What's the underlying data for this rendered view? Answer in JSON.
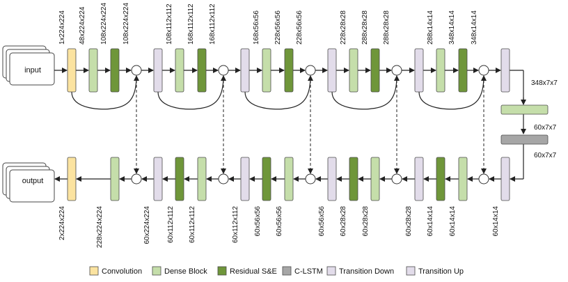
{
  "colors": {
    "conv": "#fbe3a0",
    "dense": "#c5deaa",
    "res": "#6f963a",
    "clstm": "#a6a6a6",
    "tdown": "#e2dcea",
    "tup": "#e2dcea",
    "line": "#222222"
  },
  "input_label": "input",
  "output_label": "output",
  "enc_dims": [
    "1x224x224",
    "48x224x224",
    "108x224x224",
    "108x224x224",
    "108x112x112",
    "168x112x112",
    "168x112x112",
    "168x56x56",
    "228x56x56",
    "228x56x56",
    "228x28x28",
    "288x28x28",
    "288x28x28",
    "288x14x14",
    "348x14x14",
    "348x14x14"
  ],
  "bottleneck_dims": [
    "348x7x7",
    "60x7x7",
    "60x7x7"
  ],
  "dec_dims": [
    "2x224x224",
    "228x224x224",
    "60x224x224",
    "60x112x112",
    "60x112x112",
    "60x112x112",
    "60x56x56",
    "60x56x56",
    "60x56x56",
    "60x28x28",
    "60x28x28",
    "60x28x28",
    "60x14x14",
    "60x14x14",
    "60x14x14"
  ],
  "legend": [
    {
      "label": "Convolution",
      "color": "#fbe3a0"
    },
    {
      "label": "Dense Block",
      "color": "#c5deaa"
    },
    {
      "label": "Residual S&E",
      "color": "#6f963a"
    },
    {
      "label": "C-LSTM",
      "color": "#a6a6a6"
    },
    {
      "label": "Transition Down",
      "color": "#e2dcea"
    },
    {
      "label": "Transition Up",
      "color": "#e2dcea"
    }
  ]
}
